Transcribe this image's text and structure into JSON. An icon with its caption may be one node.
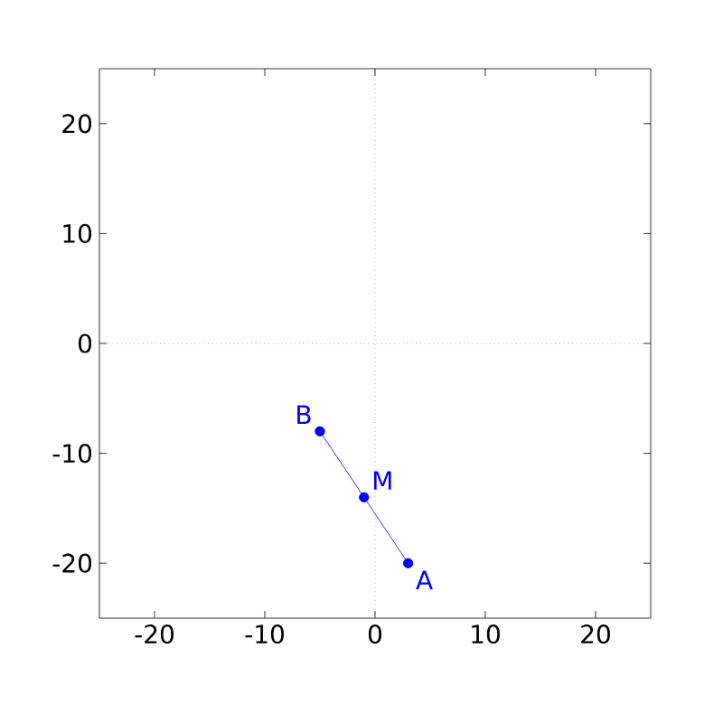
{
  "diagram": {
    "chart_data": {
      "type": "line",
      "x": [
        3,
        -1,
        -5
      ],
      "series": [
        {
          "color": "#0000ff",
          "marker": "circle",
          "values": [
            -20,
            -14,
            -8
          ]
        }
      ],
      "xlim": [
        -25,
        25
      ],
      "ylim": [
        -25,
        25
      ],
      "xticks": [
        -20,
        -10,
        0,
        10,
        20
      ],
      "yticks": [
        -20,
        -10,
        0,
        10,
        20
      ],
      "annotations": [
        {
          "x": 3,
          "y": -20,
          "text": "A"
        },
        {
          "x": -1,
          "y": -14,
          "text": "M"
        },
        {
          "x": -5,
          "y": -8,
          "text": "B"
        }
      ]
    }
  }
}
